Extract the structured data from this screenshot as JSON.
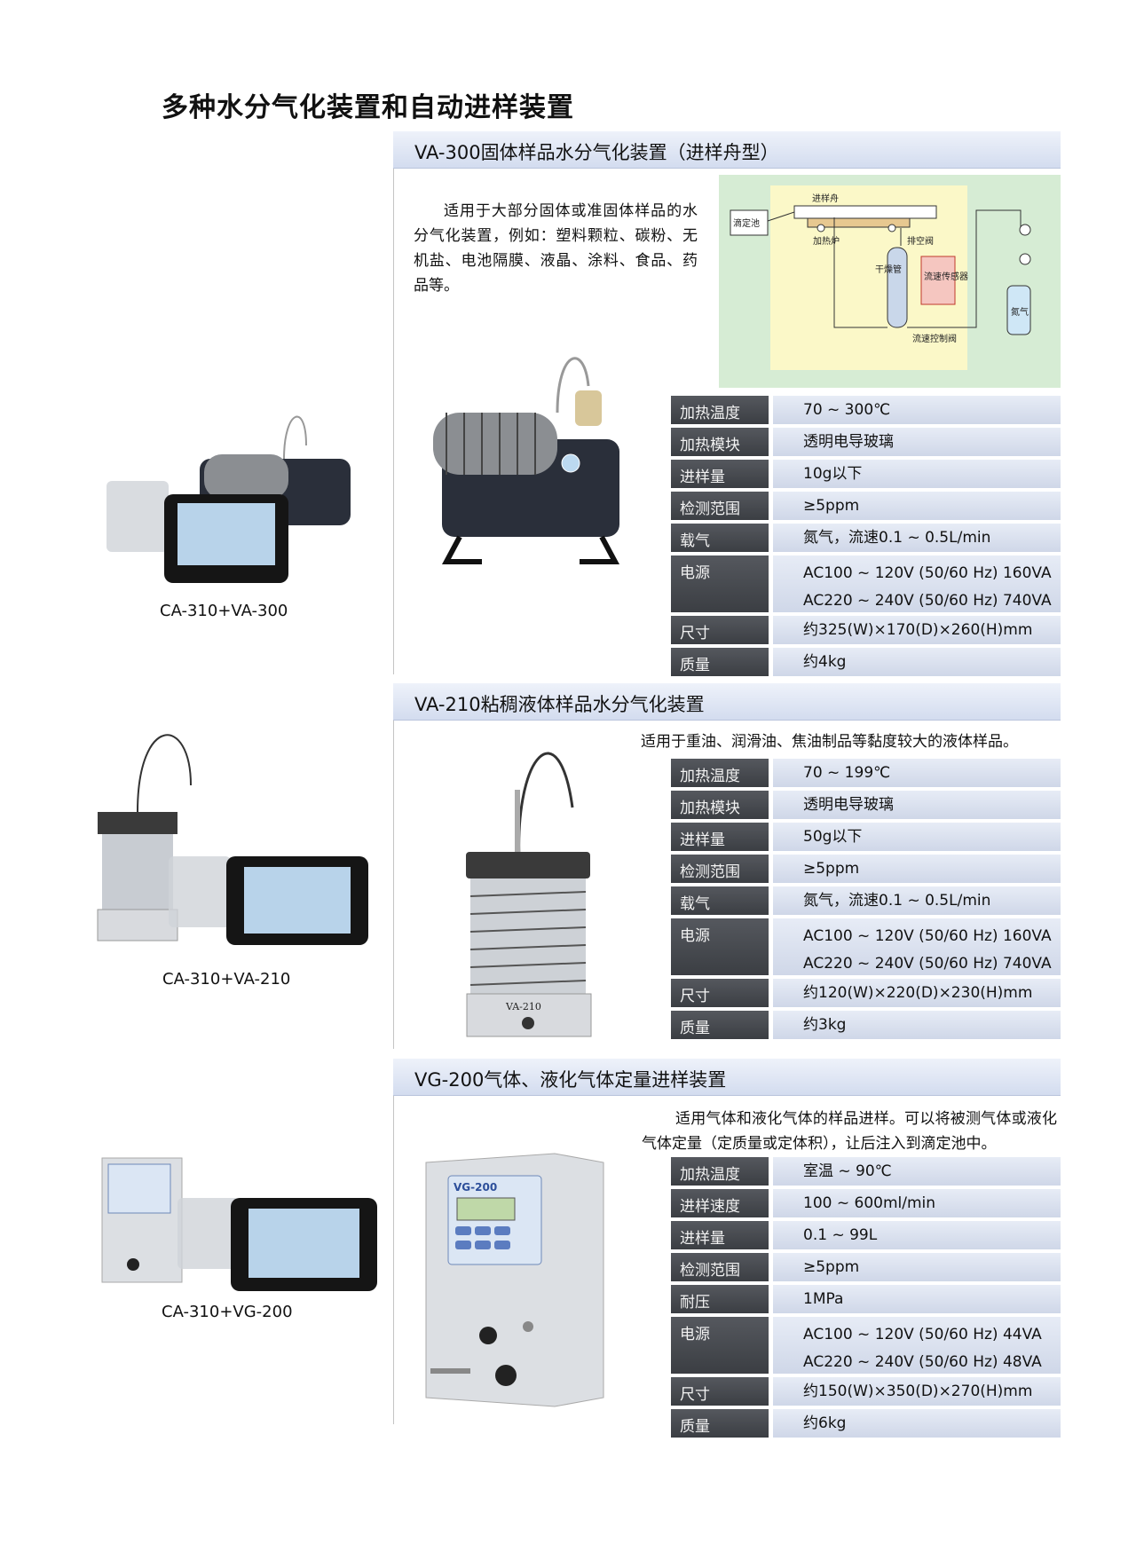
{
  "page": {
    "title": "多种水分气化装置和自动进样装置"
  },
  "sections": [
    {
      "title": "VA-300固体样品水分气化装置（进样舟型）",
      "description": "适用于大部分固体或准固体样品的水分气化装置，例如：塑料颗粒、碳粉、无机盐、电池隔膜、液晶、涂料、食品、药品等。",
      "caption": "CA-310+VA-300",
      "diagram": {
        "labels": {
          "boat": "进样舟",
          "titration_cell": "滴定池",
          "furnace": "加热炉",
          "vent_valve": "排空阀",
          "drying_tube": "干燥管",
          "flow_sensor": "流速传感器",
          "flow_control_valve": "流速控制阀",
          "nitrogen": "氮气"
        }
      },
      "specs": [
        {
          "label": "加热温度",
          "value": "70 ~ 300℃"
        },
        {
          "label": "加热模块",
          "value": "透明电导玻璃"
        },
        {
          "label": "进样量",
          "value": "10g以下"
        },
        {
          "label": "检测范围",
          "value": "≥5ppm"
        },
        {
          "label": "载气",
          "value": "氮气，流速0.1 ~ 0.5L/min"
        },
        {
          "label": "电源",
          "value": "AC100 ~ 120V (50/60 Hz) 160VA",
          "value2": "AC220 ~ 240V (50/60 Hz) 740VA"
        },
        {
          "label": "尺寸",
          "value": "约325(W)×170(D)×260(H)mm"
        },
        {
          "label": "质量",
          "value": "约4kg"
        }
      ]
    },
    {
      "title": "VA-210粘稠液体样品水分气化装置",
      "description": "适用于重油、润滑油、焦油制品等黏度较大的液体样品。",
      "caption": "CA-310+VA-210",
      "device_label": "VA-210",
      "specs": [
        {
          "label": "加热温度",
          "value": "70 ~ 199℃"
        },
        {
          "label": "加热模块",
          "value": "透明电导玻璃"
        },
        {
          "label": "进样量",
          "value": "50g以下"
        },
        {
          "label": "检测范围",
          "value": "≥5ppm"
        },
        {
          "label": "载气",
          "value": "氮气，流速0.1 ~ 0.5L/min"
        },
        {
          "label": "电源",
          "value": "AC100 ~ 120V (50/60 Hz) 160VA",
          "value2": "AC220 ~ 240V (50/60 Hz) 740VA"
        },
        {
          "label": "尺寸",
          "value": "约120(W)×220(D)×230(H)mm"
        },
        {
          "label": "质量",
          "value": "约3kg"
        }
      ]
    },
    {
      "title": "VG-200气体、液化气体定量进样装置",
      "description": "适用气体和液化气体的样品进样。可以将被测气体或液化气体定量（定质量或定体积），让后注入到滴定池中。",
      "caption": "CA-310+VG-200",
      "device_label": "VG-200",
      "specs": [
        {
          "label": "加热温度",
          "value": "室温 ~ 90℃"
        },
        {
          "label": "进样速度",
          "value": "100 ~ 600ml/min"
        },
        {
          "label": "进样量",
          "value": "0.1 ~ 99L"
        },
        {
          "label": "检测范围",
          "value": "≥5ppm"
        },
        {
          "label": "耐压",
          "value": "1MPa"
        },
        {
          "label": "电源",
          "value": "AC100 ~ 120V (50/60 Hz) 44VA",
          "value2": "AC220 ~ 240V (50/60 Hz) 48VA"
        },
        {
          "label": "尺寸",
          "value": "约150(W)×350(D)×270(H)mm"
        },
        {
          "label": "质量",
          "value": "约6kg"
        }
      ]
    }
  ]
}
